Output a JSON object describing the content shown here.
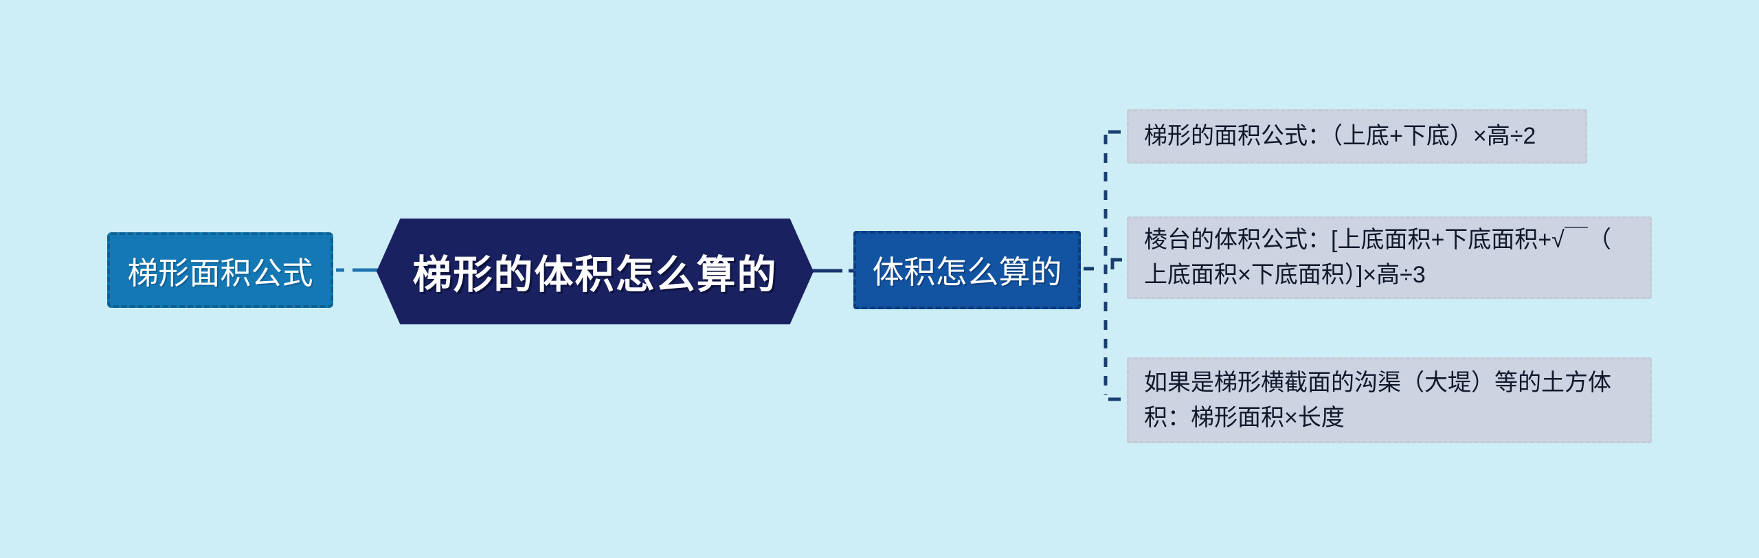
{
  "mindmap": {
    "root": {
      "label": "梯形的体积怎么算的"
    },
    "left_node": {
      "label": "梯形面积公式"
    },
    "right_node": {
      "label": "体积怎么算的"
    },
    "children": [
      {
        "lines": [
          "梯形的面积公式：（上底+下底）×高÷2"
        ]
      },
      {
        "lines": [
          "棱台的体积公式：[上底面积+下底面积+√￣（",
          "上底面积×下底面积）]×高÷3"
        ]
      },
      {
        "lines": [
          "如果是梯形横截面的沟渠（大堤）等的土方体",
          "积：梯形面积×长度"
        ]
      }
    ]
  },
  "colors": {
    "background": "#cdeef6",
    "root_fill": "#1a2161",
    "left_node_fill": "#1478b4",
    "left_node_border": "#0d6095",
    "right_node_fill": "#1254a2",
    "right_node_border": "#0a3d7d",
    "child_box_fill": "#cdd3e0",
    "child_box_border": "#c3cad9",
    "child_text": "#10182b",
    "node_text": "#ffffff",
    "connector_left_branch": "#1e74b0",
    "connector_right_branch": "#17356d",
    "connector_tree": "#1b3e70"
  }
}
